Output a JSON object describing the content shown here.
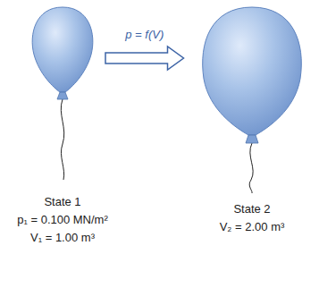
{
  "diagram": {
    "nodes": [
      {
        "text": [
          "State 1",
          "p₁ = 0.100 MN/m²",
          "V₁ = 1.00 m³"
        ]
      },
      {
        "text": [
          "State 2",
          "V₂ = 2.00 m³"
        ]
      }
    ],
    "edges": [
      {
        "from": 0,
        "to": 1,
        "arrow": "to",
        "label": "p = f(V)"
      }
    ]
  }
}
